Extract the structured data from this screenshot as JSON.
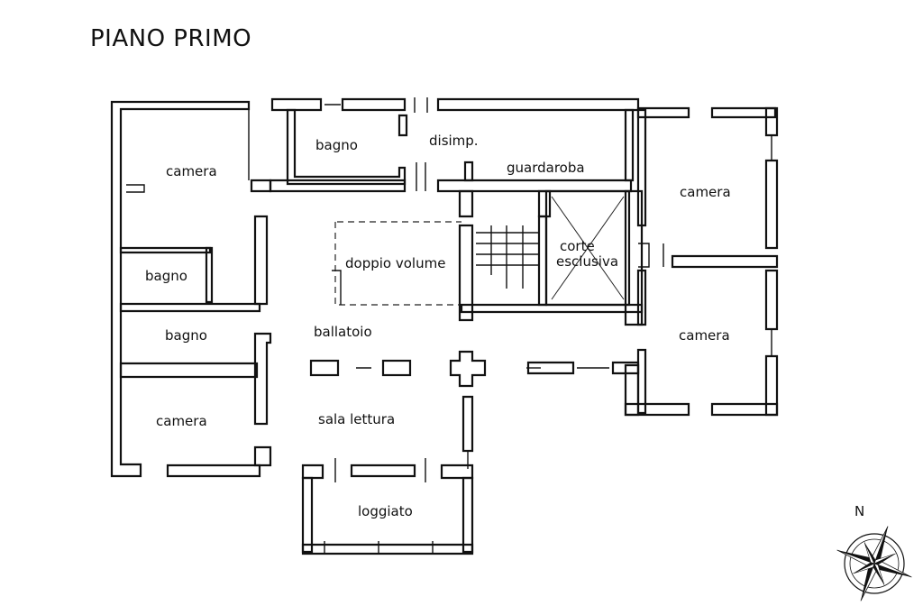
{
  "title": "PIANO PRIMO",
  "rooms": {
    "camera_nw": "camera",
    "bagno_top": "bagno",
    "disimp": "disimp.",
    "guardaroba": "guardaroba",
    "camera_ne": "camera",
    "bagno_mid": "bagno",
    "doppio_volume": "doppio volume",
    "corte_line1": "corte",
    "corte_line2": "esclusiva",
    "bagno_low": "bagno",
    "ballatoio": "ballatoio",
    "camera_e": "camera",
    "camera_sw": "camera",
    "sala_lettura": "sala lettura",
    "loggiato": "loggiato"
  },
  "compass": {
    "label": "N"
  }
}
